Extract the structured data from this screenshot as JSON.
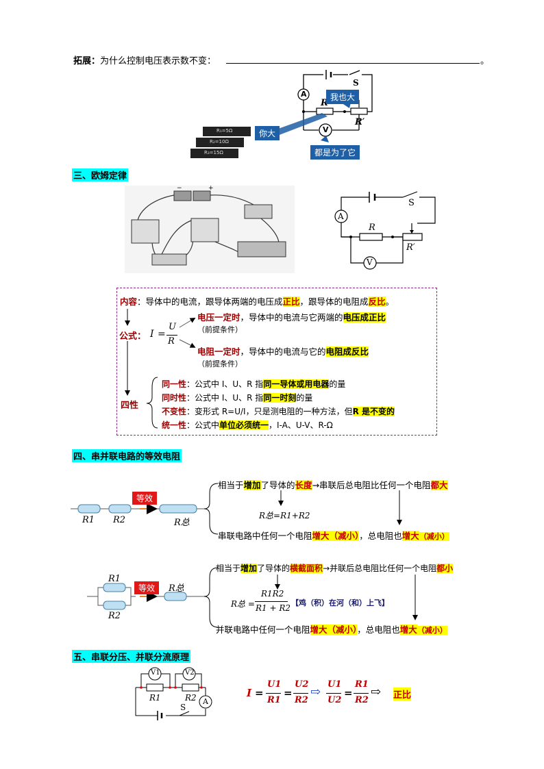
{
  "ext": {
    "label": "拓展：",
    "question": "为什么控制电压表示数不变：",
    "end": "。"
  },
  "fig1": {
    "A": "A",
    "V": "V",
    "S": "S",
    "R": "R",
    "Rp": "R′",
    "c1": "我也大",
    "c2": "你大",
    "c3": "都是为了它",
    "r1": "R₁=5Ω",
    "r2": "R₂=10Ω",
    "r3": "R₃=15Ω"
  },
  "s3": {
    "title": "三、欧姆定律"
  },
  "fig2": {
    "A": "A",
    "V": "V",
    "S": "S",
    "R": "R",
    "Rp": "R′",
    "minus": "−",
    "plus": "+"
  },
  "box": {
    "content_label": "内容",
    "content_text": "：导体中的电流，跟导体两端的电压成",
    "zb": "正比",
    "content_mid": "，跟导体的电阻成",
    "fb": "反比",
    "content_end": "。",
    "formula_label": "公式：",
    "I": "I",
    "eq": "=",
    "U": "U",
    "R": "R",
    "b1_a": "电压一定时",
    "b1_b": "，导体中的电流与它两端的",
    "b1_c": "电压成正比",
    "pre1": "（前提条件）",
    "b2_a": "电阻一定时",
    "b2_b": "，导体中的电流与它的",
    "b2_c": "电阻成反比",
    "pre2": "（前提条件）",
    "four": "四性",
    "p1_l": "同一性",
    "p1_t": "：公式中 I、U、R 指",
    "p1_h": "同一导体或用电器",
    "p1_e": "的量",
    "p2_l": "同时性",
    "p2_t": "：公式中 I、U、R 指",
    "p2_h": "同一时刻",
    "p2_e": "的量",
    "p3_l": "不变性",
    "p3_t": "：变形式 R=U/I，只是测电阻的一种方法，但",
    "p3_h": "R 是不变的",
    "p4_l": "统一性",
    "p4_t": "：公式中",
    "p4_h": "单位必须统一",
    "p4_e": "，I-A、U-V、R-Ω"
  },
  "s4": {
    "title": "四、串并联电路的等效电阻"
  },
  "series": {
    "R1": "R1",
    "R2": "R2",
    "Rt": "R总",
    "eq_tag": "等效",
    "l1_a": "相当于",
    "l1_b": "增加",
    "l1_c": "了导体的",
    "l1_d": "长度",
    "l1_e": "→串联后总电阻比任何一个电阻",
    "l1_f": "都大",
    "formula": "R总=R1+R2",
    "l2_a": "串联电路中任何一个电阻",
    "l2_b": "增大（减小）",
    "l2_c": "，总电阻也",
    "l2_d": "增大",
    "l2_e": "（减小）"
  },
  "parallel": {
    "R1": "R1",
    "R2": "R2",
    "Rt": "R总",
    "eq_tag": "等效",
    "l1_a": "相当于",
    "l1_b": "增加",
    "l1_c": "了导体的",
    "l1_d": "横截面积",
    "l1_e": "→并联后总电阻比任何一个电阻",
    "l1_f": "都小",
    "f_left": "R总 =",
    "f_num": "R1R2",
    "f_den": "R1 + R2",
    "mnemonic": "【鸡（积）在河（和）上飞】",
    "l2_a": "并联电路中任何一个电阻",
    "l2_b": "增大（减小）",
    "l2_c": "，总电阻也",
    "l2_d": "增大",
    "l2_e": "（减小）"
  },
  "s5": {
    "title": "五、串联分压、并联分流原理"
  },
  "fig5": {
    "V1": "V1",
    "V2": "V2",
    "R1": "R1",
    "R2": "R2",
    "A": "A",
    "S": "S"
  },
  "ratio": {
    "I": "I",
    "eq": "=",
    "U1": "U1",
    "R1": "R1",
    "U2": "U2",
    "R2": "R2",
    "arrow": "⇨",
    "arrow2": "⇨",
    "result": "正比"
  }
}
